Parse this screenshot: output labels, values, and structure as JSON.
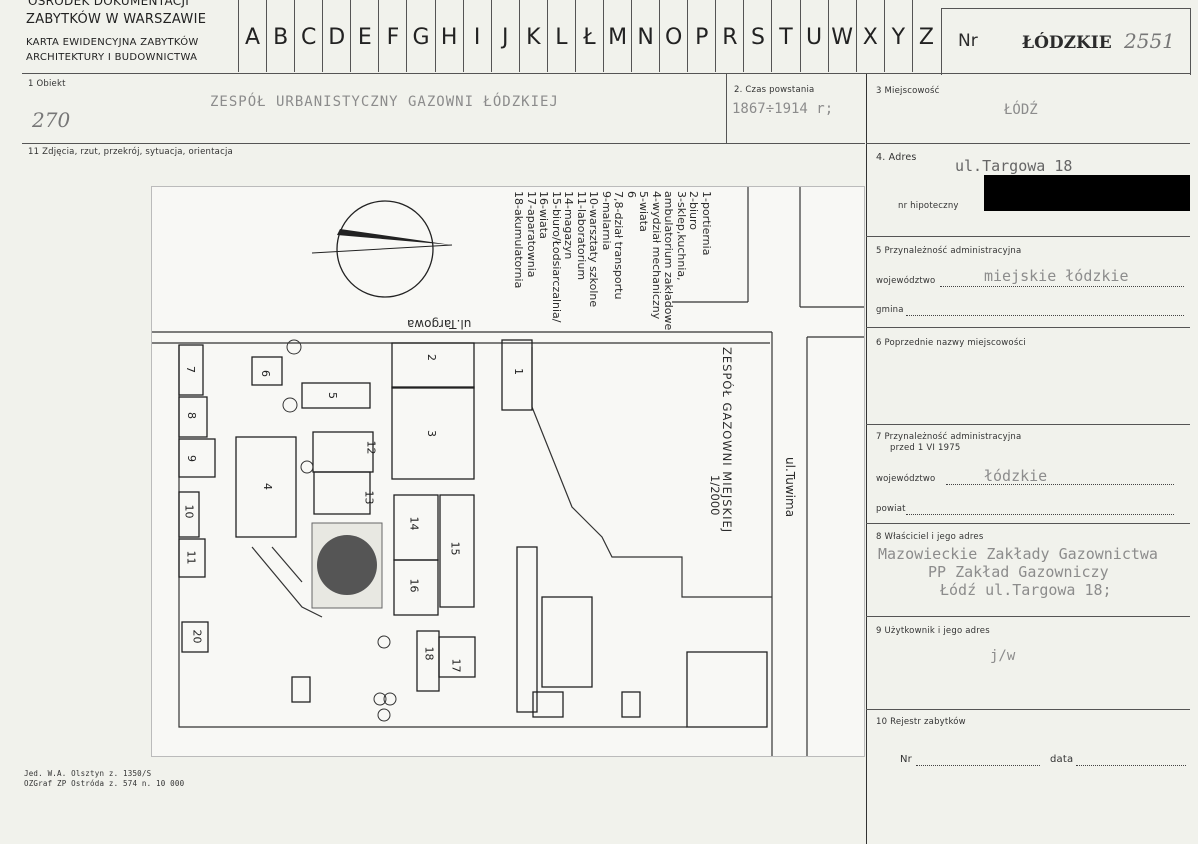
{
  "header": {
    "org_lines": [
      "OŚRODEK DOKUMENTACJI",
      "ZABYTKÓW W WARSZAWIE",
      "KARTA EWIDENCYJNA ZABYTKÓW",
      "ARCHITEKTURY I BUDOWNICTWA"
    ],
    "letters": [
      "A",
      "B",
      "C",
      "D",
      "E",
      "F",
      "G",
      "H",
      "I",
      "J",
      "K",
      "L",
      "Ł",
      "M",
      "N",
      "O",
      "P",
      "R",
      "S",
      "T",
      "U",
      "W",
      "X",
      "Y",
      "Z"
    ],
    "nr_label": "Nr",
    "region": "ŁÓDZKIE",
    "reg_number": "2551"
  },
  "fields": {
    "f1_label": "1 Obiekt",
    "f1_value": "ZESPÓŁ URBANISTYCZNY GAZOWNI ŁÓDZKIEJ",
    "f1_number": "270",
    "f2_label": "2. Czas powstania",
    "f2_value": "1867÷1914 r;",
    "f3_label": "3 Miejscowość",
    "f3_value": "ŁÓDŹ",
    "f11_label": "11 Zdjęcia, rzut, przekrój, sytuacja, orientacja",
    "f4_label": "4. Adres",
    "f4_value": "ul.Targowa 18",
    "f4_hipo_label": "nr hipoteczny",
    "f5_label": "5 Przynależność administracyjna",
    "f5_woj_label": "województwo",
    "f5_woj_value": "miejskie łódzkie",
    "f5_gmina_label": "gmina",
    "f6_label": "6 Poprzednie nazwy miejscowości",
    "f7_label": "7 Przynależność administracyjna",
    "f7_sub": "przed 1 VI 1975",
    "f7_woj_label": "województwo",
    "f7_woj_value": "łódzkie",
    "f7_powiat_label": "powiat",
    "f8_label": "8 Właściciel i jego adres",
    "f8_lines": [
      "Mazowieckie Zakłady Gazownictwa",
      "PP Zakład Gazowniczy",
      "Łódź ul.Targowa 18;"
    ],
    "f9_label": "9 Użytkownik i jego adres",
    "f9_value": "j/w",
    "f10_label": "10 Rejestr zabytków",
    "f10_nr_label": "Nr",
    "f10_data_label": "data"
  },
  "footer": {
    "line1": "Jed. W.A. Olsztyn z. 1350/S",
    "line2": "OZGraf ZP Ostróda z. 574 n. 10 000"
  },
  "plan": {
    "legend": [
      "1-portiernia",
      "2-biuro",
      "3-sklep,kuchnia,",
      "ambulatorium zakładowe",
      "4-wydział mechaniczny",
      "5-wiata",
      "6",
      "7,8-dział transportu",
      "9-malarnia",
      "10-warsztaty szkolne",
      "11-laboratorium",
      "14-magazyn",
      "15-biuro/Łodsiarczalnia/",
      "16-wiata",
      "17-aparatownia",
      "18-akumulatornia"
    ],
    "title": "ZESPÓŁ GAZOWNI MIEJSKIEJ",
    "scale": "1/2000",
    "street1": "ul.Targowa",
    "street2": "ul.Tuwima",
    "buildings": [
      "1",
      "2",
      "3",
      "4",
      "5",
      "6",
      "7",
      "8",
      "9",
      "10",
      "11",
      "12",
      "13",
      "14",
      "15",
      "16",
      "17",
      "18",
      "20"
    ]
  }
}
